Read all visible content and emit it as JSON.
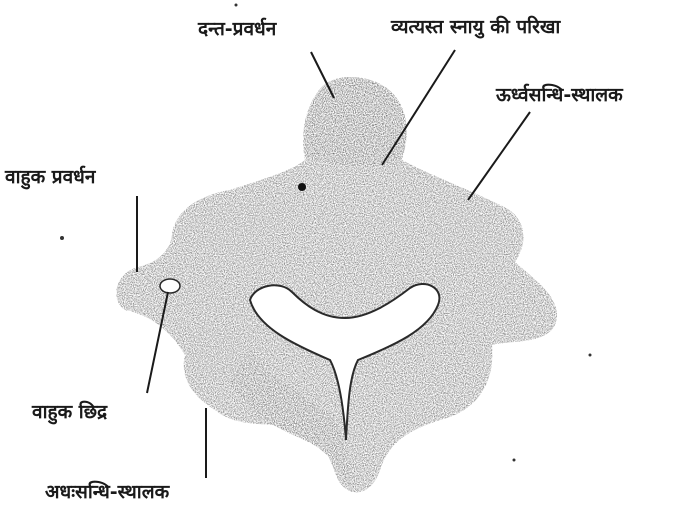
{
  "labels": {
    "odontoid": "दन्त-प्रवर्धन",
    "transverse_ligament": "व्यत्यस्त स्नायु की परिखा",
    "superior_articular": "ऊर्ध्वसन्धि-स्थालक",
    "transverse_process": "वाहुक प्रवर्धन",
    "transverse_foramen": "वाहुक छिद्र",
    "inferior_articular": "अधःसन्धि-स्थालक"
  },
  "colors": {
    "bone_fill": "#8f8f8f",
    "bone_dark": "#4a4a4a",
    "ink": "#1a1a1a",
    "background": "#ffffff"
  }
}
